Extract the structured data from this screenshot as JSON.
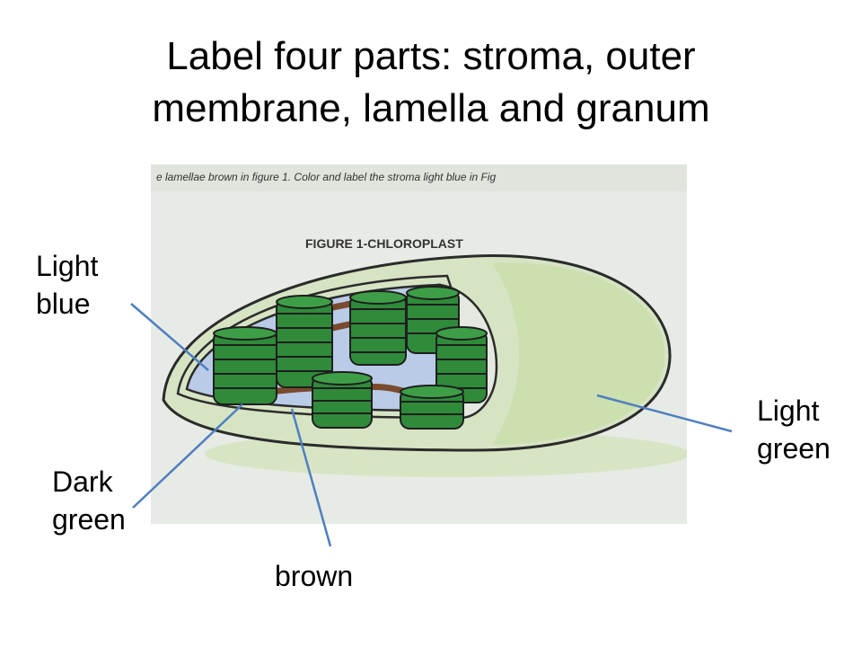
{
  "slide": {
    "title_line1": "Label four parts: stroma, outer",
    "title_line2": "membrane, lamella and granum"
  },
  "figure": {
    "instruction_text": "e lamellae brown in figure 1.  Color and label the stroma light blue in Fig",
    "caption": "FIGURE 1-CHLOROPLAST"
  },
  "labels": {
    "light_blue": [
      "Light",
      "blue"
    ],
    "dark_green": [
      "Dark",
      "green"
    ],
    "brown": "brown",
    "light_green": [
      "Light",
      "green"
    ]
  },
  "colors": {
    "leader_line": "#4f7fc0",
    "paper": "#e8ece6",
    "light_green": "#cfe0b6",
    "light_blue": "#b8c8e6",
    "dark_green": "#2f8a3a",
    "brown": "#7a4a2e"
  }
}
